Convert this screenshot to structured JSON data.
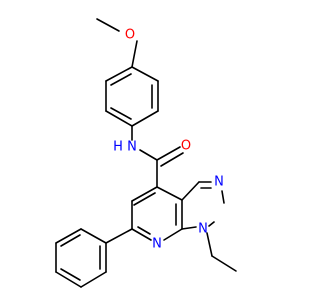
{
  "molecule": {
    "atom_labels": {
      "methoxy_oxygen": "O",
      "amide_nh": "N",
      "amide_h": "H",
      "carbonyl_oxygen": "O",
      "pyrazole_n2": "N",
      "pyrazole_n1": "N",
      "pyridine_n": "N"
    },
    "colors": {
      "carbon_bond": "#000000",
      "nitrogen": "#0000ff",
      "oxygen": "#ff0000",
      "background": "#ffffff"
    }
  }
}
